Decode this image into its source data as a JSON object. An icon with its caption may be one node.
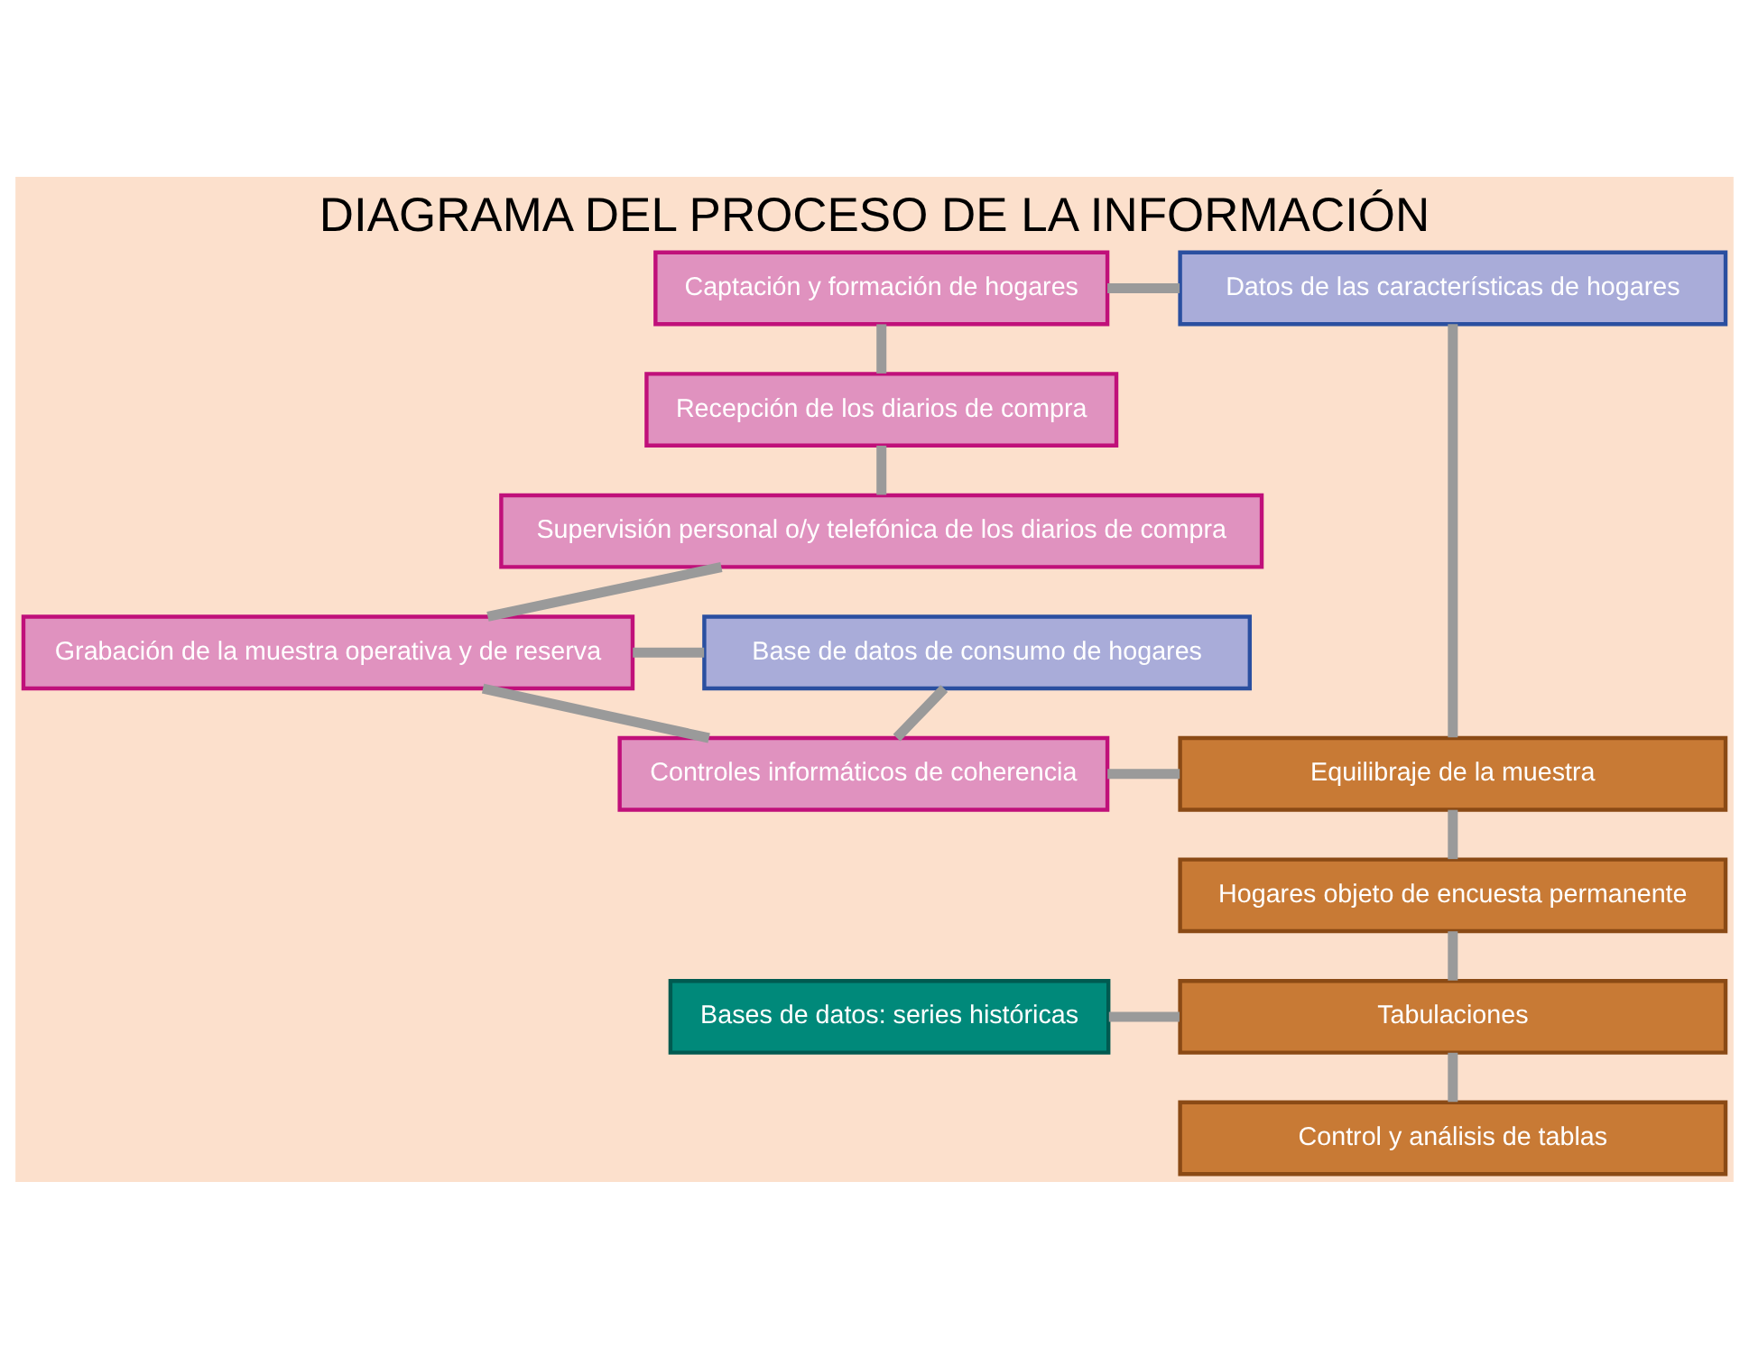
{
  "diagram": {
    "title": "DIAGRAMA DEL PROCESO DE LA INFORMACIÓN",
    "nodes": [
      {
        "text": [
          "Captación y formación de hogares"
        ]
      },
      {
        "text": [
          "Recepción de los diarios de compra"
        ]
      },
      {
        "text": [
          "Supervisión personal o/y telefónica de los diarios de compra"
        ]
      },
      {
        "text": [
          "Grabación de la muestra operativa y de reserva"
        ]
      },
      {
        "text": [
          "Controles informáticos de coherencia"
        ]
      },
      {
        "text": [
          "Bases de datos: series históricas"
        ]
      },
      {
        "text": [
          "Datos de las características de hogares"
        ]
      },
      {
        "text": [
          "Base de datos de consumo de hogares"
        ]
      },
      {
        "text": [
          "Equilibraje de la muestra"
        ]
      },
      {
        "text": [
          "Hogares objeto de encuesta permanente"
        ]
      },
      {
        "text": [
          "Tabulaciones"
        ]
      },
      {
        "text": [
          "Control y análisis de tablas"
        ]
      }
    ],
    "edges": [
      {
        "from": 0,
        "to": 1,
        "arrow": "none"
      },
      {
        "from": 1,
        "to": 2,
        "arrow": "none"
      },
      {
        "from": 2,
        "to": 3,
        "arrow": "none"
      },
      {
        "from": 3,
        "to": 4,
        "arrow": "none"
      },
      {
        "from": 0,
        "to": 6,
        "arrow": "none"
      },
      {
        "from": 3,
        "to": 7,
        "arrow": "none"
      },
      {
        "from": 4,
        "to": 7,
        "arrow": "none"
      },
      {
        "from": 4,
        "to": 8,
        "arrow": "none"
      },
      {
        "from": 6,
        "to": 8,
        "arrow": "none"
      },
      {
        "from": 8,
        "to": 9,
        "arrow": "none"
      },
      {
        "from": 9,
        "to": 10,
        "arrow": "none"
      },
      {
        "from": 10,
        "to": 11,
        "arrow": "none"
      },
      {
        "from": 5,
        "to": 10,
        "arrow": "none"
      }
    ]
  }
}
